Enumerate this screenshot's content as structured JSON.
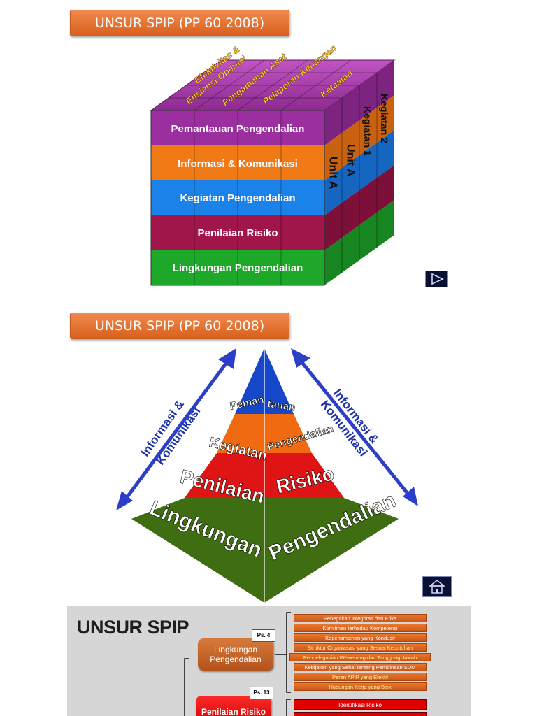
{
  "slide1": {
    "title": "UNSUR SPIP (PP 60 2008)",
    "rows": [
      {
        "label": "Pemantauan Pengendalian",
        "color": "#9c2f9f"
      },
      {
        "label": "Informasi & Komunikasi",
        "color": "#ef7a16"
      },
      {
        "label": "Kegiatan Pengendalian",
        "color": "#1a82e8"
      },
      {
        "label": "Penilaian Risiko",
        "color": "#a0154a"
      },
      {
        "label": "Lingkungan Pengendalian",
        "color": "#1ea82a"
      }
    ],
    "top_labels": [
      "Efektivitas &",
      "Efisiensi Operasi",
      "Pengamanan Aset",
      "Pelaporan Keuangan",
      "Ketaatan"
    ],
    "side_labels": [
      "Unit A",
      "Unit A",
      "Kegiatan 1",
      "Kegiatan 2"
    ],
    "next_icon": "play-icon"
  },
  "slide2": {
    "title": "UNSUR SPIP (PP 60 2008)",
    "layers": [
      {
        "left": "Peman",
        "right": "tauan",
        "color": "#1747c9"
      },
      {
        "left": "Kegiatan",
        "right": "Pengendalian",
        "color": "#f06a12"
      },
      {
        "left": "Penilaian",
        "right": "Risiko",
        "color": "#df1414"
      },
      {
        "left": "Lingkungan",
        "right": "Pengendalian",
        "color": "#3f6e12"
      }
    ],
    "arrow_left_label": [
      "Informasi &",
      "Komunikasi"
    ],
    "arrow_right_label": [
      "Informasi &",
      "Komunikasi"
    ],
    "home_icon": "home-icon"
  },
  "slide3": {
    "title": "UNSUR SPIP",
    "components": [
      {
        "label": "Lingkungan Pengendalian",
        "ps": "Ps. 4"
      },
      {
        "label": "Penilaian Risiko",
        "ps": "Ps. 13"
      }
    ],
    "lingkungan_items": [
      "Penegakan Integritas dan Etika",
      "Komitmen terhadap Kompetensi",
      "Kepemimpinan yang Kondusif",
      "Struktur Organiasasi yang Sesuai Kebutuhan",
      "Pendelegasian Wewenang dan Tanggung Jawab",
      "Kebijakan yang Sehat tentang Pembinaan SDM",
      "Peran APIP yang Efektif",
      "Hubungan Kerja yang Baik"
    ],
    "risk_items": [
      "Identifikasi Risiko"
    ]
  }
}
